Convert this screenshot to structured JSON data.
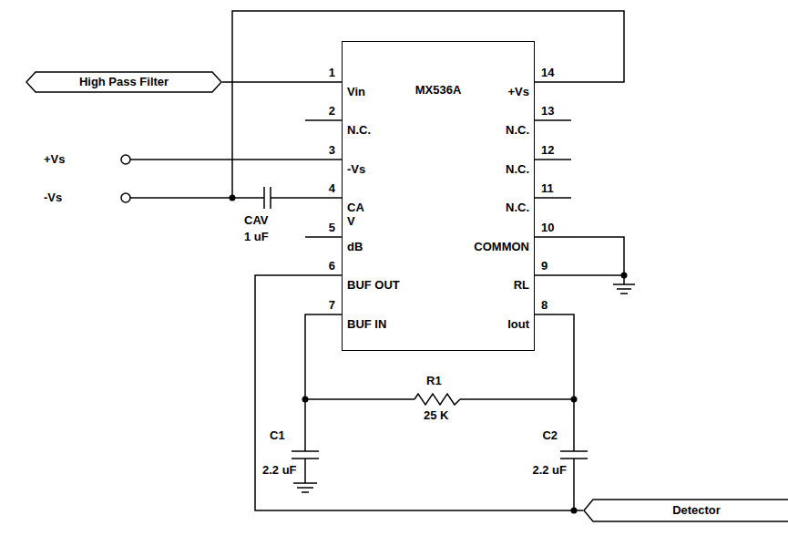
{
  "diagram": {
    "nodes": [
      {
        "text": [
          "High Pass Filter"
        ]
      },
      {
        "text": [
          "MX536A",
          "Vin",
          "N.C.",
          "-Vs",
          "CA V",
          "dB",
          "BUF OUT",
          "BUF IN",
          "Iout",
          "RL",
          "COMMON",
          "N.C.",
          "N.C.",
          "N.C.",
          "+Vs"
        ]
      },
      {
        "text": [
          "Detector"
        ]
      }
    ],
    "edges": [
      {
        "from": 0,
        "to": 1,
        "arrow": "none"
      },
      {
        "from": 1,
        "to": 2,
        "arrow": "none"
      }
    ],
    "labels": [
      "1",
      "2",
      "3",
      "4",
      "5",
      "6",
      "7",
      "8",
      "9",
      "10",
      "11",
      "12",
      "13",
      "14",
      "+Vs",
      "-Vs",
      "CAV",
      "1 uF",
      "R1",
      "25 K",
      "C1",
      "2.2 uF",
      "C2",
      "2.2 uF"
    ]
  }
}
